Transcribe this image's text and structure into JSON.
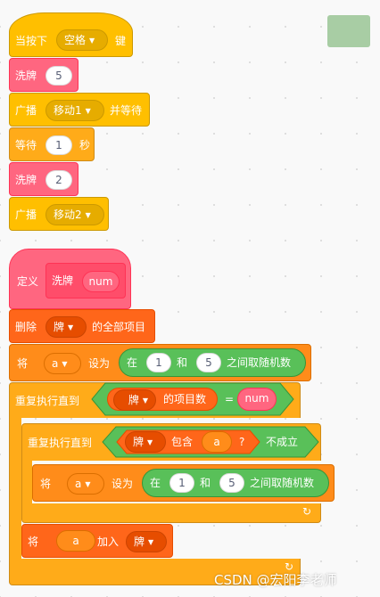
{
  "stage_thumbnail": {
    "color": "#a8cda4"
  },
  "script1": {
    "when_key": {
      "label": "当按下",
      "key": "空格",
      "suffix": "键"
    },
    "shuffle1": {
      "label": "洗牌",
      "arg": "5"
    },
    "broadcast_wait": {
      "label": "广播",
      "msg": "移动1",
      "suffix": "并等待"
    },
    "wait": {
      "label": "等待",
      "arg": "1",
      "suffix": "秒"
    },
    "shuffle2": {
      "label": "洗牌",
      "arg": "2"
    },
    "broadcast": {
      "label": "广播",
      "msg": "移动2"
    }
  },
  "script2": {
    "define": {
      "label": "定义",
      "proc": "洗牌",
      "param": "num"
    },
    "delete_all": {
      "label": "删除",
      "list": "牌",
      "suffix": "的全部项目"
    },
    "set1": {
      "label": "将",
      "var": "a",
      "mid": "设为",
      "in": "在",
      "from": "1",
      "and": "和",
      "to": "5",
      "suffix": "之间取随机数"
    },
    "repeat_until_outer": {
      "label": "重复执行直到",
      "list": "牌",
      "length_text": "的项目数",
      "eq": "=",
      "param": "num"
    },
    "repeat_until_inner": {
      "label": "重复执行直到",
      "list": "牌",
      "contains": "包含",
      "var": "a",
      "q": "?",
      "not": "不成立"
    },
    "set2": {
      "label": "将",
      "var": "a",
      "mid": "设为",
      "in": "在",
      "from": "1",
      "and": "和",
      "to": "5",
      "suffix": "之间取随机数"
    },
    "add": {
      "label": "将",
      "var": "a",
      "mid": "加入",
      "list": "牌"
    }
  },
  "watermark": "CSDN @宏阳李老师",
  "icons": {
    "loop": "loop-arrow-icon",
    "dropdown": "dropdown-arrow-icon"
  }
}
